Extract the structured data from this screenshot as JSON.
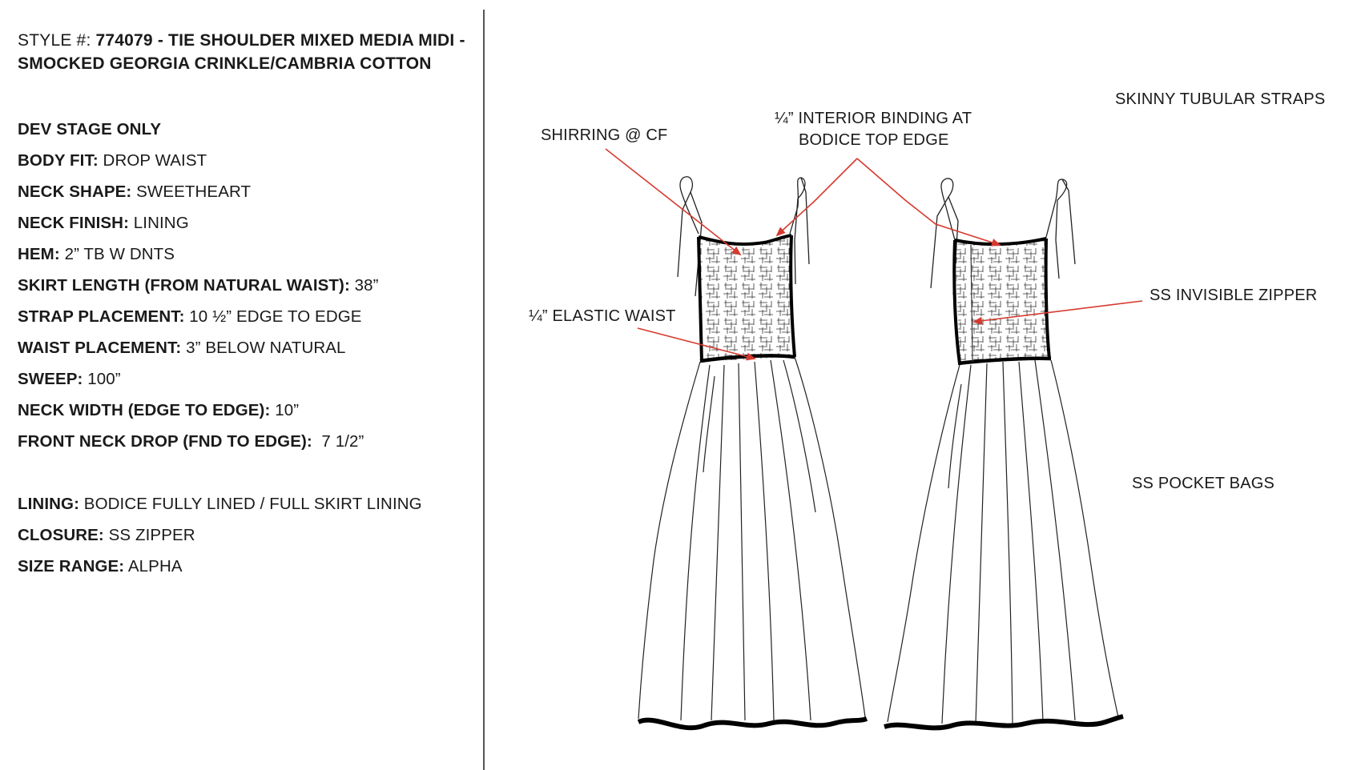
{
  "header": {
    "style_prefix": "STYLE #: ",
    "style_name": "774079 - TIE SHOULDER MIXED MEDIA MIDI - SMOCKED GEORGIA CRINKLE/CAMBRIA COTTON"
  },
  "specs": [
    {
      "label": "DEV STAGE ONLY",
      "value": ""
    },
    {
      "label": "BODY FIT:",
      "value": " DROP WAIST"
    },
    {
      "label": "NECK SHAPE:",
      "value": " SWEETHEART"
    },
    {
      "label": "NECK FINISH:",
      "value": " LINING"
    },
    {
      "label": "HEM:",
      "value": " 2” TB W DNTS"
    },
    {
      "label": "SKIRT LENGTH (FROM NATURAL WAIST):",
      "value": " 38”"
    },
    {
      "label": "STRAP PLACEMENT:",
      "value": " 10 ½” EDGE TO EDGE"
    },
    {
      "label": "WAIST PLACEMENT:",
      "value": " 3” BELOW NATURAL"
    },
    {
      "label": "SWEEP:",
      "value": " 100”"
    },
    {
      "label": "NECK WIDTH (EDGE TO EDGE):",
      "value": " 10”"
    },
    {
      "label": "FRONT NECK DROP (FND TO EDGE):",
      "value": "  7 1/2”"
    }
  ],
  "specs2": [
    {
      "label": "LINING:",
      "value": " BODICE FULLY LINED / FULL SKIRT LINING"
    },
    {
      "label": "CLOSURE:",
      "value": " SS ZIPPER"
    },
    {
      "label": "SIZE RANGE:",
      "value": " ALPHA"
    }
  ],
  "callouts": {
    "shirring": "SHIRRING @ CF",
    "binding_line1": "¼” INTERIOR BINDING AT",
    "binding_line2": "BODICE TOP EDGE",
    "straps": "SKINNY TUBULAR STRAPS",
    "elastic": "¼” ELASTIC WAIST",
    "zipper": "SS INVISIBLE ZIPPER",
    "pockets": "SS POCKET BAGS"
  },
  "colors": {
    "arrow": "#d63a2f",
    "ink": "#111111"
  }
}
